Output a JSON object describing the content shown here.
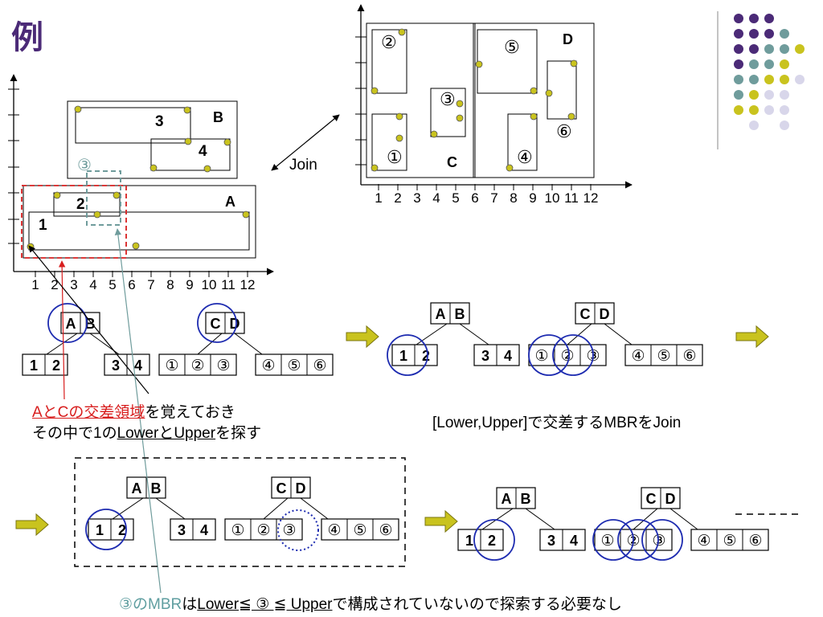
{
  "title": "例",
  "colors": {
    "accent_purple": "#4b2a77",
    "accent_teal": "#6f9c9c",
    "accent_yellow": "#c9c31e",
    "accent_lavender": "#d8d6ea",
    "highlight_red": "#d81e1e",
    "circle_blue": "#1d2bb0",
    "arrow_olive": "#c9c31e"
  },
  "left_plot": {
    "x_ticks": [
      "1",
      "2",
      "3",
      "4",
      "5",
      "6",
      "7",
      "8",
      "9",
      "10",
      "11",
      "12"
    ],
    "labels": {
      "A": "A",
      "B": "B",
      "r1": "1",
      "r2": "2",
      "r3": "3",
      "r4": "4",
      "q3": "③"
    }
  },
  "right_plot": {
    "x_ticks": [
      "1",
      "2",
      "3",
      "4",
      "5",
      "6",
      "7",
      "8",
      "9",
      "10",
      "11",
      "12"
    ],
    "labels": {
      "C": "C",
      "D": "D",
      "c1": "①",
      "c2": "②",
      "c3": "③",
      "c4": "④",
      "c5": "⑤",
      "c6": "⑥"
    }
  },
  "join_label": "Join",
  "trees": {
    "root_AB": [
      "A",
      "B"
    ],
    "root_CD": [
      "C",
      "D"
    ],
    "leaf_12": [
      "1",
      "2"
    ],
    "leaf_34": [
      "3",
      "4"
    ],
    "leaf_c123": [
      "①",
      "②",
      "③"
    ],
    "leaf_c456": [
      "④",
      "⑤",
      "⑥"
    ]
  },
  "caption1": {
    "part1": "AとCの交差領域",
    "part2": "を覚えておき",
    "line2_a": "その中で1の",
    "line2_b": "LowerとUpper",
    "line2_c": "を探す"
  },
  "caption2": "[Lower,Upper]で交差するMBRをJoin",
  "caption3": {
    "a": "③のMBR",
    "b": "は",
    "c": "Lower≦ ③ ≦ Upper",
    "d": "で構成されていないので探索する必要なし"
  }
}
